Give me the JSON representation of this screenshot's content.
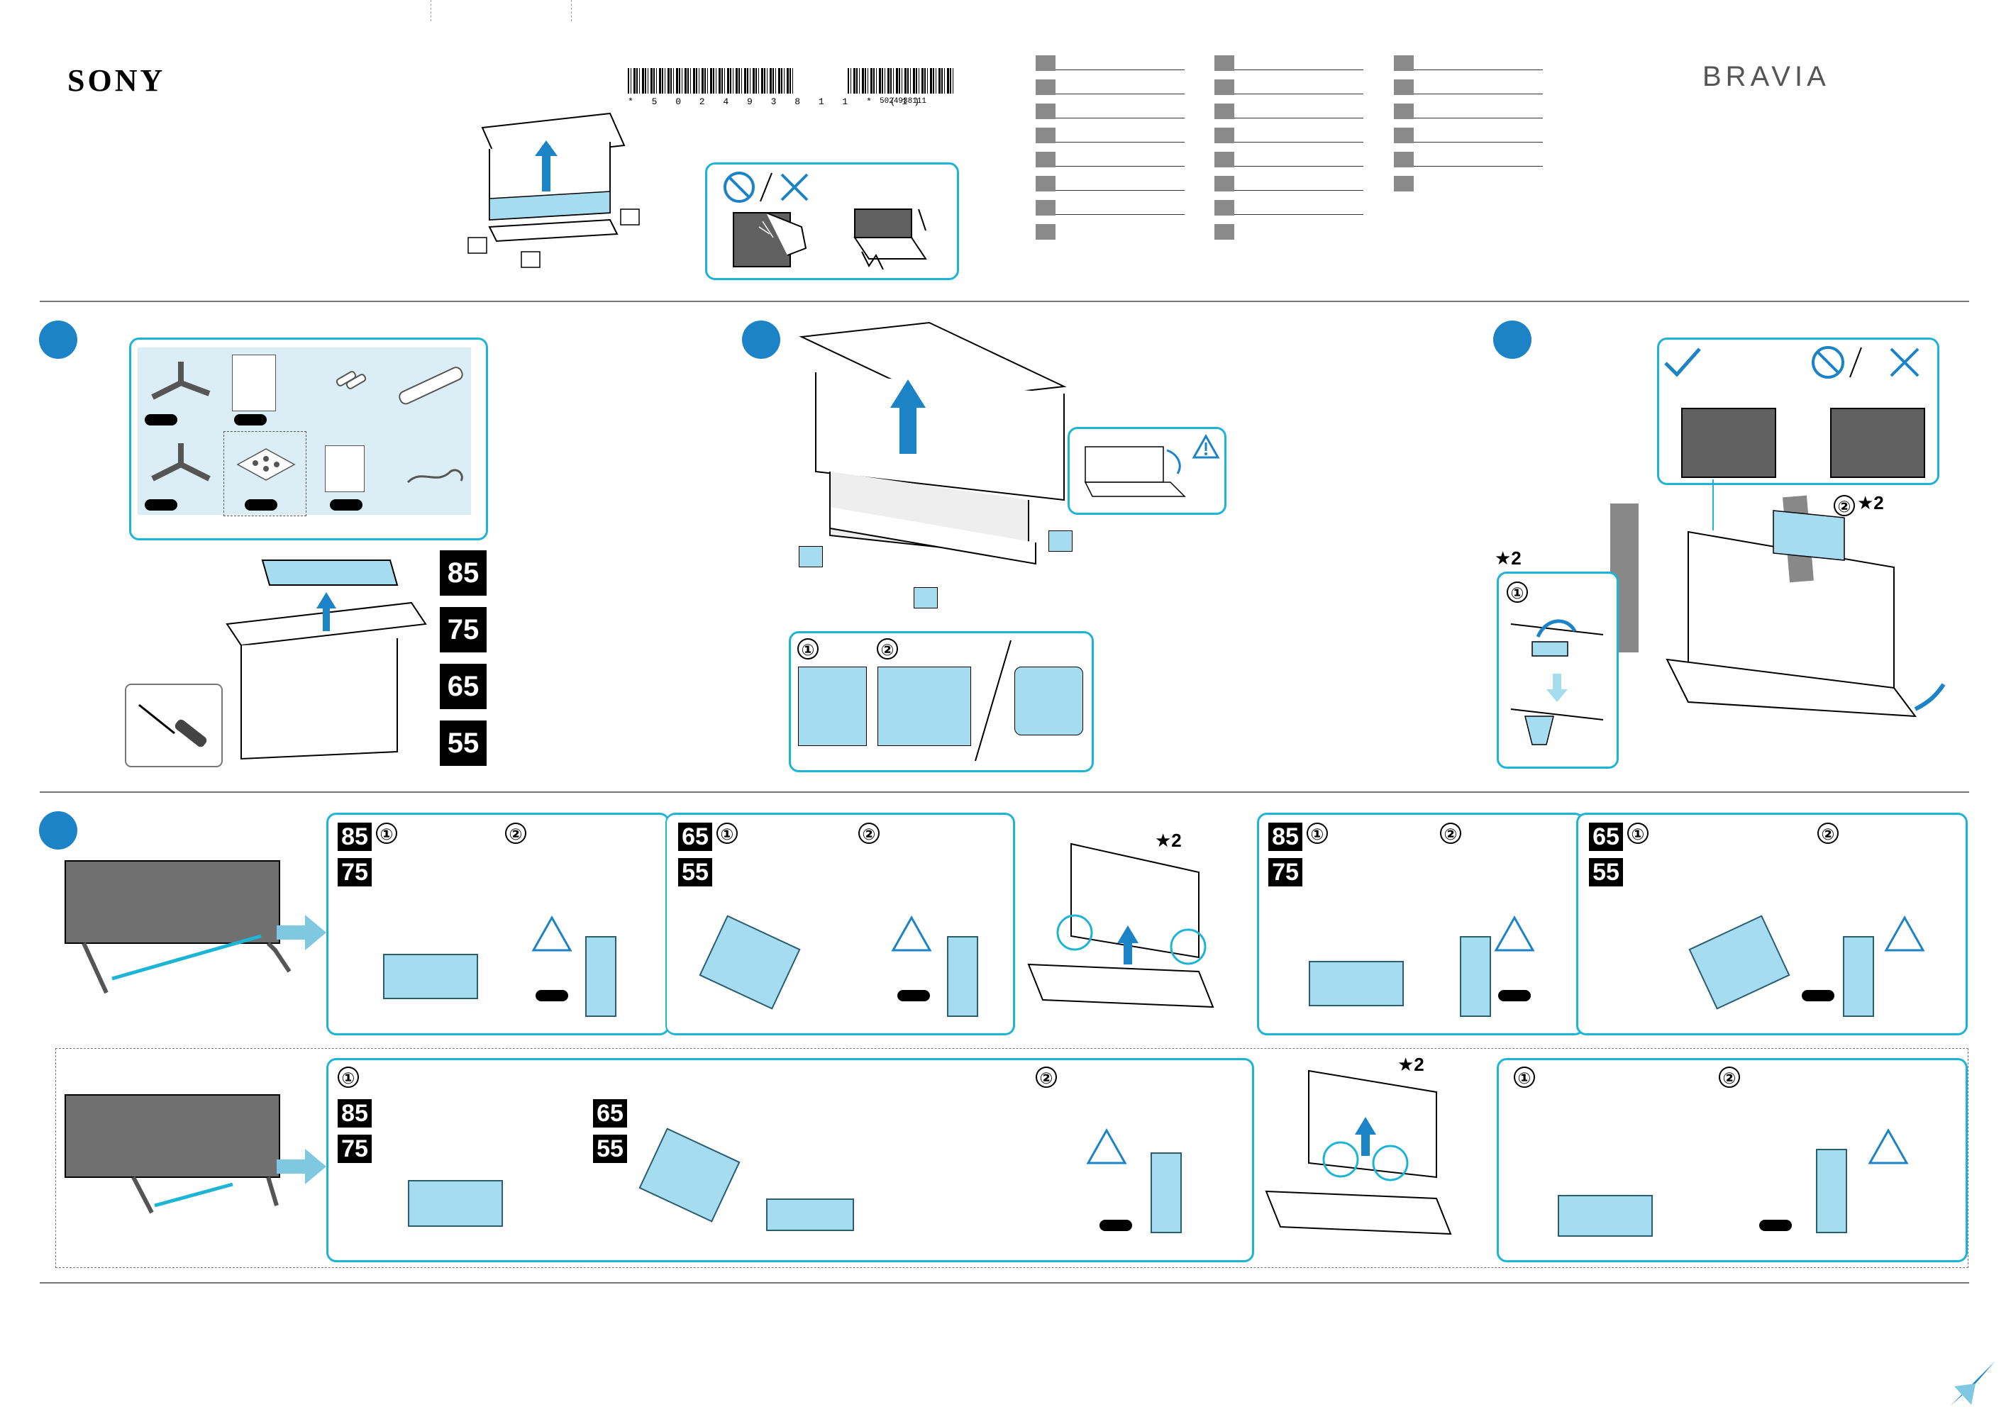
{
  "brand": {
    "logo": "SONY",
    "product_line": "BRAVIA"
  },
  "barcode": {
    "main_digits": "* 5 0 2 4 9 3 8 1 1 * (1)",
    "secondary_digits": "5024938111"
  },
  "sizes": {
    "list": [
      "85",
      "75",
      "65",
      "55"
    ]
  },
  "step_markers": {
    "one": "①",
    "two": "②",
    "star_note": "★2"
  },
  "colors": {
    "accent_blue": "#1eb4d6",
    "dot_blue": "#1c83c6",
    "light_blue": "#a6dcef",
    "gray_square": "#8a8a8a"
  },
  "language_rows": {
    "col1_count": 8,
    "col2_count": 8,
    "col3_count": 6
  }
}
